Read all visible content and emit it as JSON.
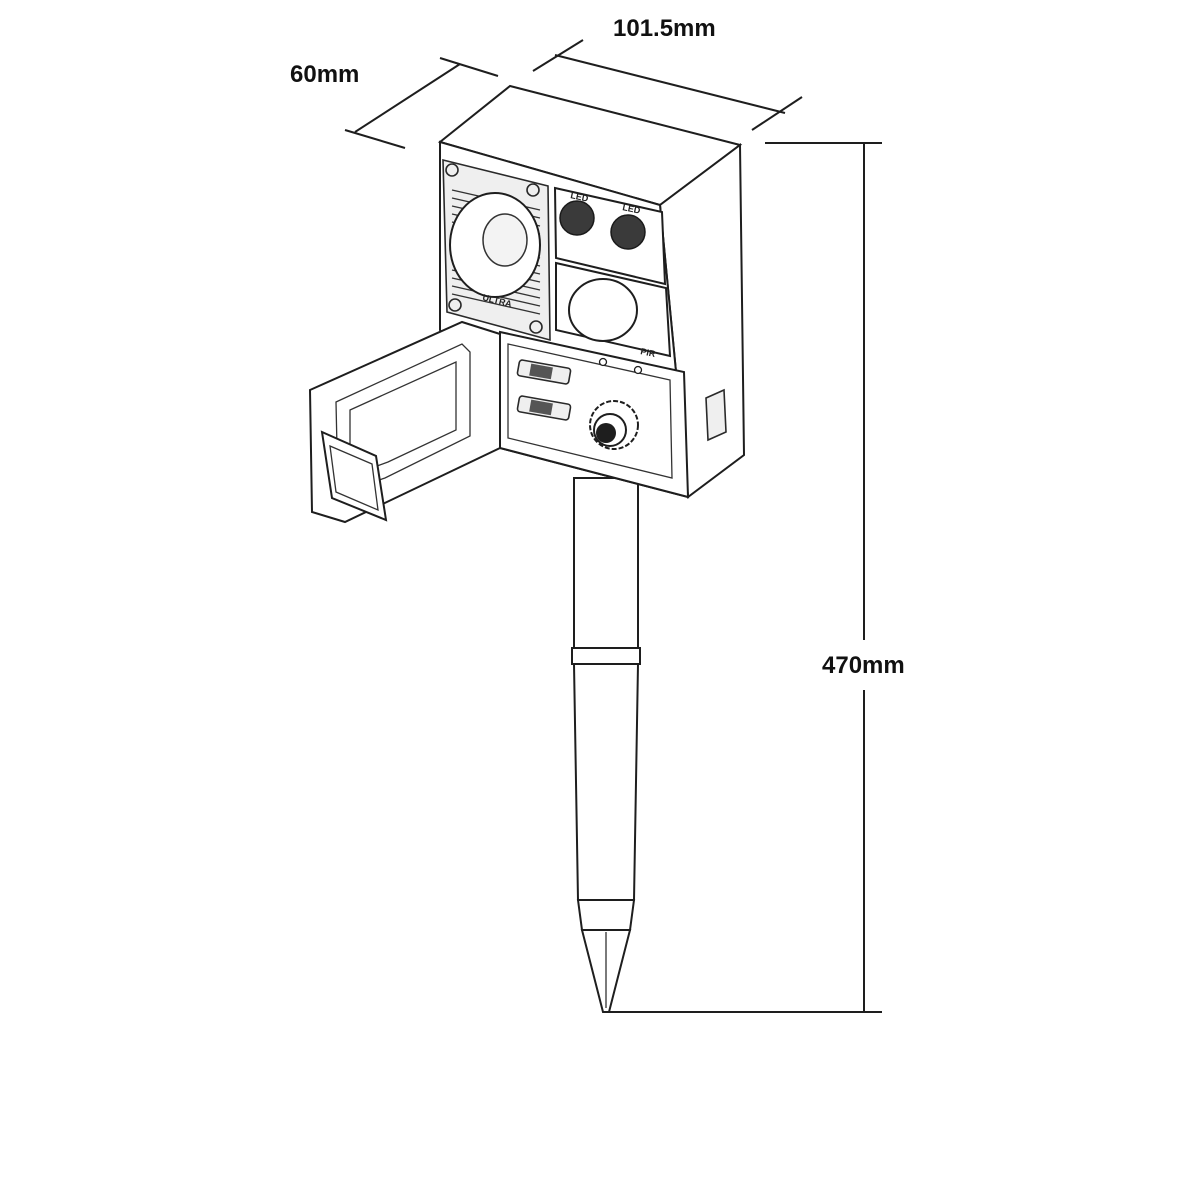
{
  "dimensions": {
    "depth": "60mm",
    "width": "101.5mm",
    "height": "470mm"
  },
  "device_labels": {
    "led_left": "LED",
    "led_right": "LED",
    "ultra": "ULTRA",
    "pir": "PIR"
  },
  "colors": {
    "line": "#1e1e1e",
    "background": "#ffffff",
    "speaker_mesh": "#3a3a3a"
  }
}
